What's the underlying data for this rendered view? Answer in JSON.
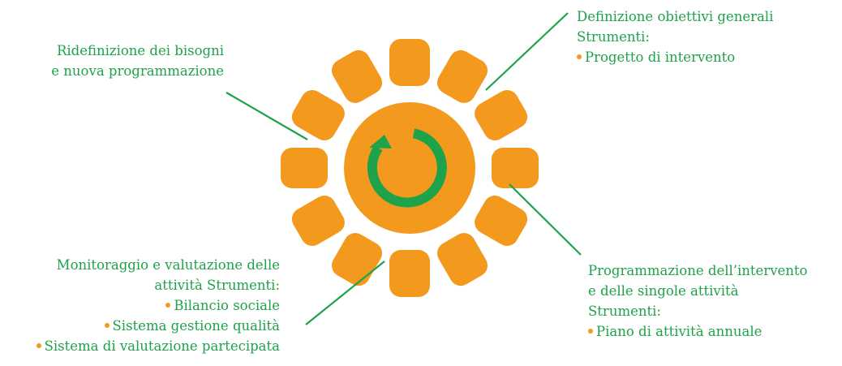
{
  "colors": {
    "sun": "#f39a1e",
    "text": "#1ea24a",
    "arrow": "#1ea24a"
  },
  "icons": {
    "center": "cycle-arrow-icon"
  },
  "top_left": {
    "lines": [
      "Ridefinizione dei bisogni",
      "e nuova programmazione"
    ]
  },
  "top_right": {
    "lines": [
      "Definizione obiettivi generali",
      "Strumenti:"
    ],
    "items": [
      "Progetto di intervento"
    ]
  },
  "bottom_left": {
    "lines": [
      "Monitoraggio e valutazione delle",
      "attività Strumenti:"
    ],
    "items": [
      "Bilancio sociale",
      "Sistema gestione qualità",
      "Sistema di valutazione partecipata"
    ]
  },
  "bottom_right": {
    "lines": [
      "Programmazione dell’intervento",
      "e delle singole attività",
      "Strumenti:"
    ],
    "items": [
      "Piano di attività annuale"
    ]
  }
}
